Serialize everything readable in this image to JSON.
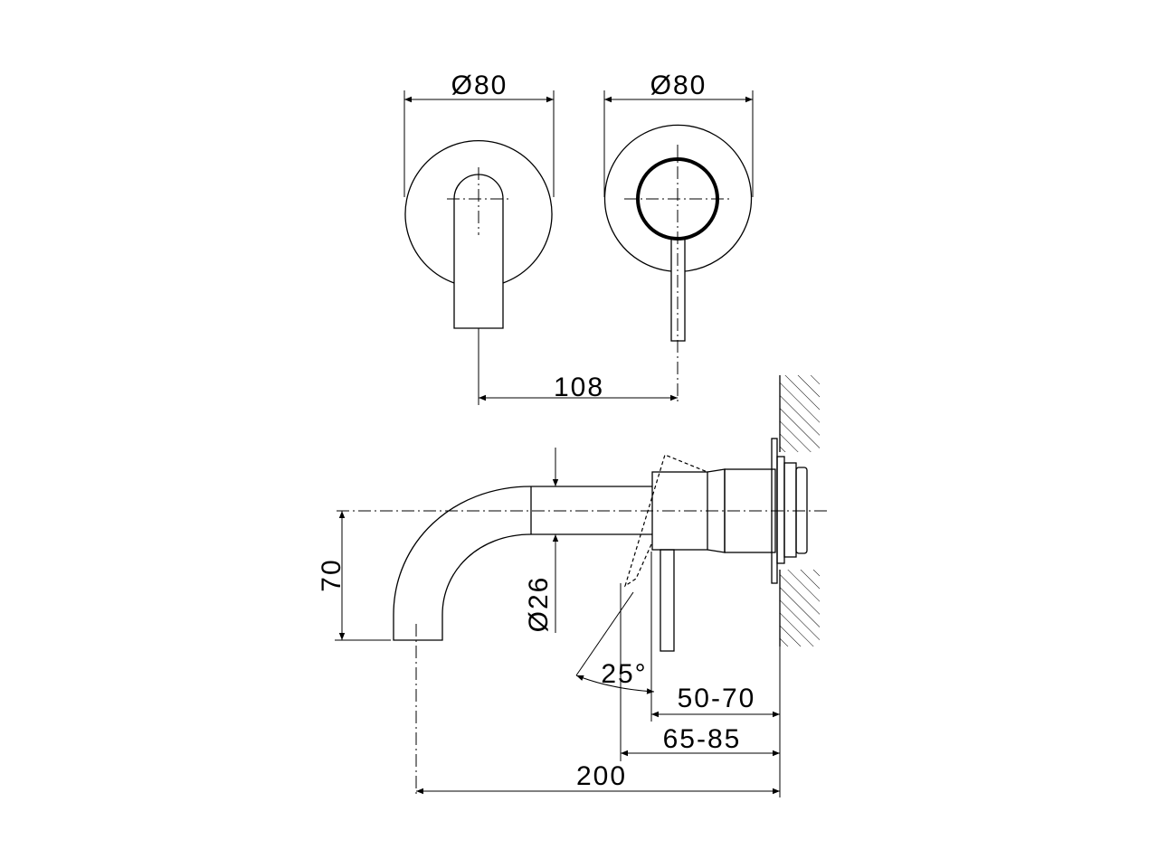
{
  "title": "Wall-mounted mixer technical drawing",
  "dimensions": {
    "left_plate_diameter": "Ø80",
    "right_plate_diameter": "Ø80",
    "spout_lever_spacing": "108",
    "spout_height": "70",
    "spout_diameter": "Ø26",
    "lever_angle": "25°",
    "wall_depth_a": "50-70",
    "wall_depth_b": "65-85",
    "total_projection": "200"
  },
  "colors": {
    "line": "#000000",
    "background": "#ffffff"
  }
}
